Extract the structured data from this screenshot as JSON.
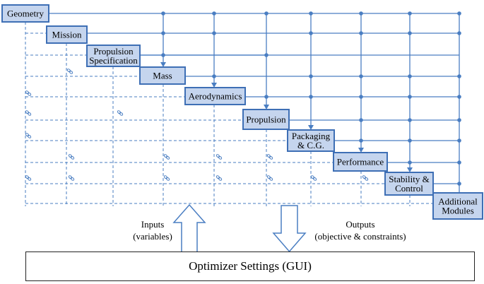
{
  "modules": [
    {
      "id": "geometry",
      "lines": [
        "Geometry"
      ]
    },
    {
      "id": "mission",
      "lines": [
        "Mission"
      ]
    },
    {
      "id": "propulsion-specification",
      "lines": [
        "Propulsion",
        "Specification"
      ]
    },
    {
      "id": "mass",
      "lines": [
        "Mass"
      ]
    },
    {
      "id": "aerodynamics",
      "lines": [
        "Aerodynamics"
      ]
    },
    {
      "id": "propulsion",
      "lines": [
        "Propulsion"
      ]
    },
    {
      "id": "packaging-cg",
      "lines": [
        "Packaging",
        "& C.G."
      ]
    },
    {
      "id": "performance",
      "lines": [
        "Performance"
      ]
    },
    {
      "id": "stability-control",
      "lines": [
        "Stability &",
        "Control"
      ]
    },
    {
      "id": "additional-modules",
      "lines": [
        "Additional",
        "Modules"
      ]
    }
  ],
  "inputs_label": [
    "Inputs",
    "(variables)"
  ],
  "outputs_label": [
    "Outputs",
    "(objective & constraints)"
  ],
  "optimizer_label": "Optimizer Settings (GUI)",
  "colors": {
    "module_fill": "#c5d5ee",
    "line_blue": "#4a7ec2",
    "border_blue": "#3e6fb5",
    "link_icon": "#4a7ec2"
  },
  "icons": {
    "feed_forward_dot": "dot-marker",
    "feed_forward_arrow": "arrow-marker",
    "feedback_link": "chain-link-icon",
    "input_arrow": "up-arrow-icon",
    "output_arrow": "down-arrow-icon"
  }
}
